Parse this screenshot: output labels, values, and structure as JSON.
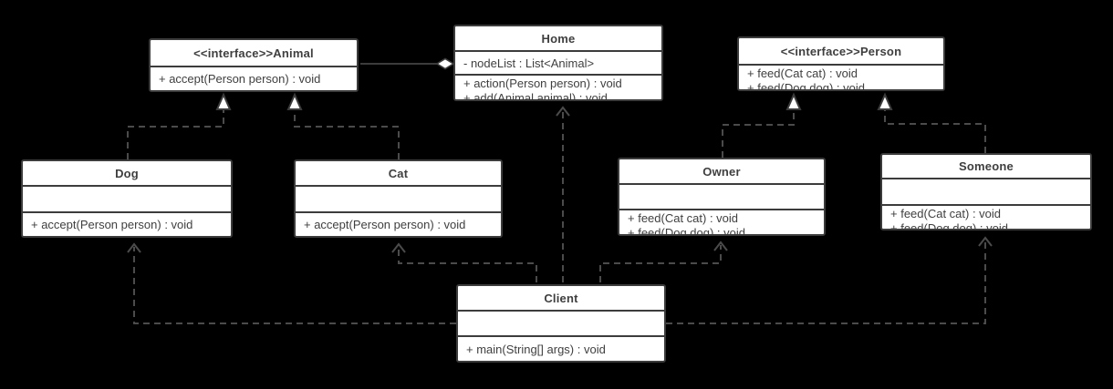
{
  "diagram": {
    "type": "uml-class-diagram",
    "classes": [
      {
        "name": "<<interface>>Animal",
        "stereotype": "interface",
        "attributes": [],
        "methods": [
          "+ accept(Person person) : void"
        ]
      },
      {
        "name": "Home",
        "stereotype": "class",
        "attributes": [
          "- nodeList : List<Animal>"
        ],
        "methods": [
          "+ action(Person person) : void",
          "+ add(Animal animal) : void"
        ]
      },
      {
        "name": "<<interface>>Person",
        "stereotype": "interface",
        "attributes": [],
        "methods": [
          "+ feed(Cat cat) : void",
          "+ feed(Dog dog) : void"
        ]
      },
      {
        "name": "Dog",
        "stereotype": "class",
        "attributes": [],
        "methods": [
          "+ accept(Person person) : void"
        ]
      },
      {
        "name": "Cat",
        "stereotype": "class",
        "attributes": [],
        "methods": [
          "+ accept(Person person) : void"
        ]
      },
      {
        "name": "Owner",
        "stereotype": "class",
        "attributes": [],
        "methods": [
          "+ feed(Cat cat) : void",
          "+ feed(Dog dog) : void"
        ]
      },
      {
        "name": "Someone",
        "stereotype": "class",
        "attributes": [],
        "methods": [
          "+ feed(Cat cat) : void",
          "+ feed(Dog dog) : void"
        ]
      },
      {
        "name": "Client",
        "stereotype": "class",
        "attributes": [],
        "methods": [
          "+ main(String[] args) : void"
        ]
      }
    ],
    "relationships": [
      {
        "from": "Home",
        "to": "<<interface>>Animal",
        "type": "aggregation",
        "line": "solid",
        "marker": "hollow-diamond-at-Home"
      },
      {
        "from": "Dog",
        "to": "<<interface>>Animal",
        "type": "realization",
        "line": "dashed",
        "marker": "hollow-triangle"
      },
      {
        "from": "Cat",
        "to": "<<interface>>Animal",
        "type": "realization",
        "line": "dashed",
        "marker": "hollow-triangle"
      },
      {
        "from": "Owner",
        "to": "<<interface>>Person",
        "type": "realization",
        "line": "dashed",
        "marker": "hollow-triangle"
      },
      {
        "from": "Someone",
        "to": "<<interface>>Person",
        "type": "realization",
        "line": "dashed",
        "marker": "hollow-triangle"
      },
      {
        "from": "Client",
        "to": "Home",
        "type": "dependency",
        "line": "dashed",
        "marker": "open-arrow"
      },
      {
        "from": "Client",
        "to": "Cat",
        "type": "dependency",
        "line": "dashed",
        "marker": "open-arrow"
      },
      {
        "from": "Client",
        "to": "Owner",
        "type": "dependency",
        "line": "dashed",
        "marker": "open-arrow"
      },
      {
        "from": "Client",
        "to": "Dog",
        "type": "dependency",
        "line": "dashed",
        "marker": "open-arrow"
      },
      {
        "from": "Client",
        "to": "Someone",
        "type": "dependency",
        "line": "dashed",
        "marker": "open-arrow"
      }
    ],
    "colors": {
      "canvas_background": "#000000",
      "node_fill": "#ffffff",
      "node_border": "#3c3c3c",
      "connector": "#4b4b4b",
      "text": "#3f3f3f"
    }
  }
}
